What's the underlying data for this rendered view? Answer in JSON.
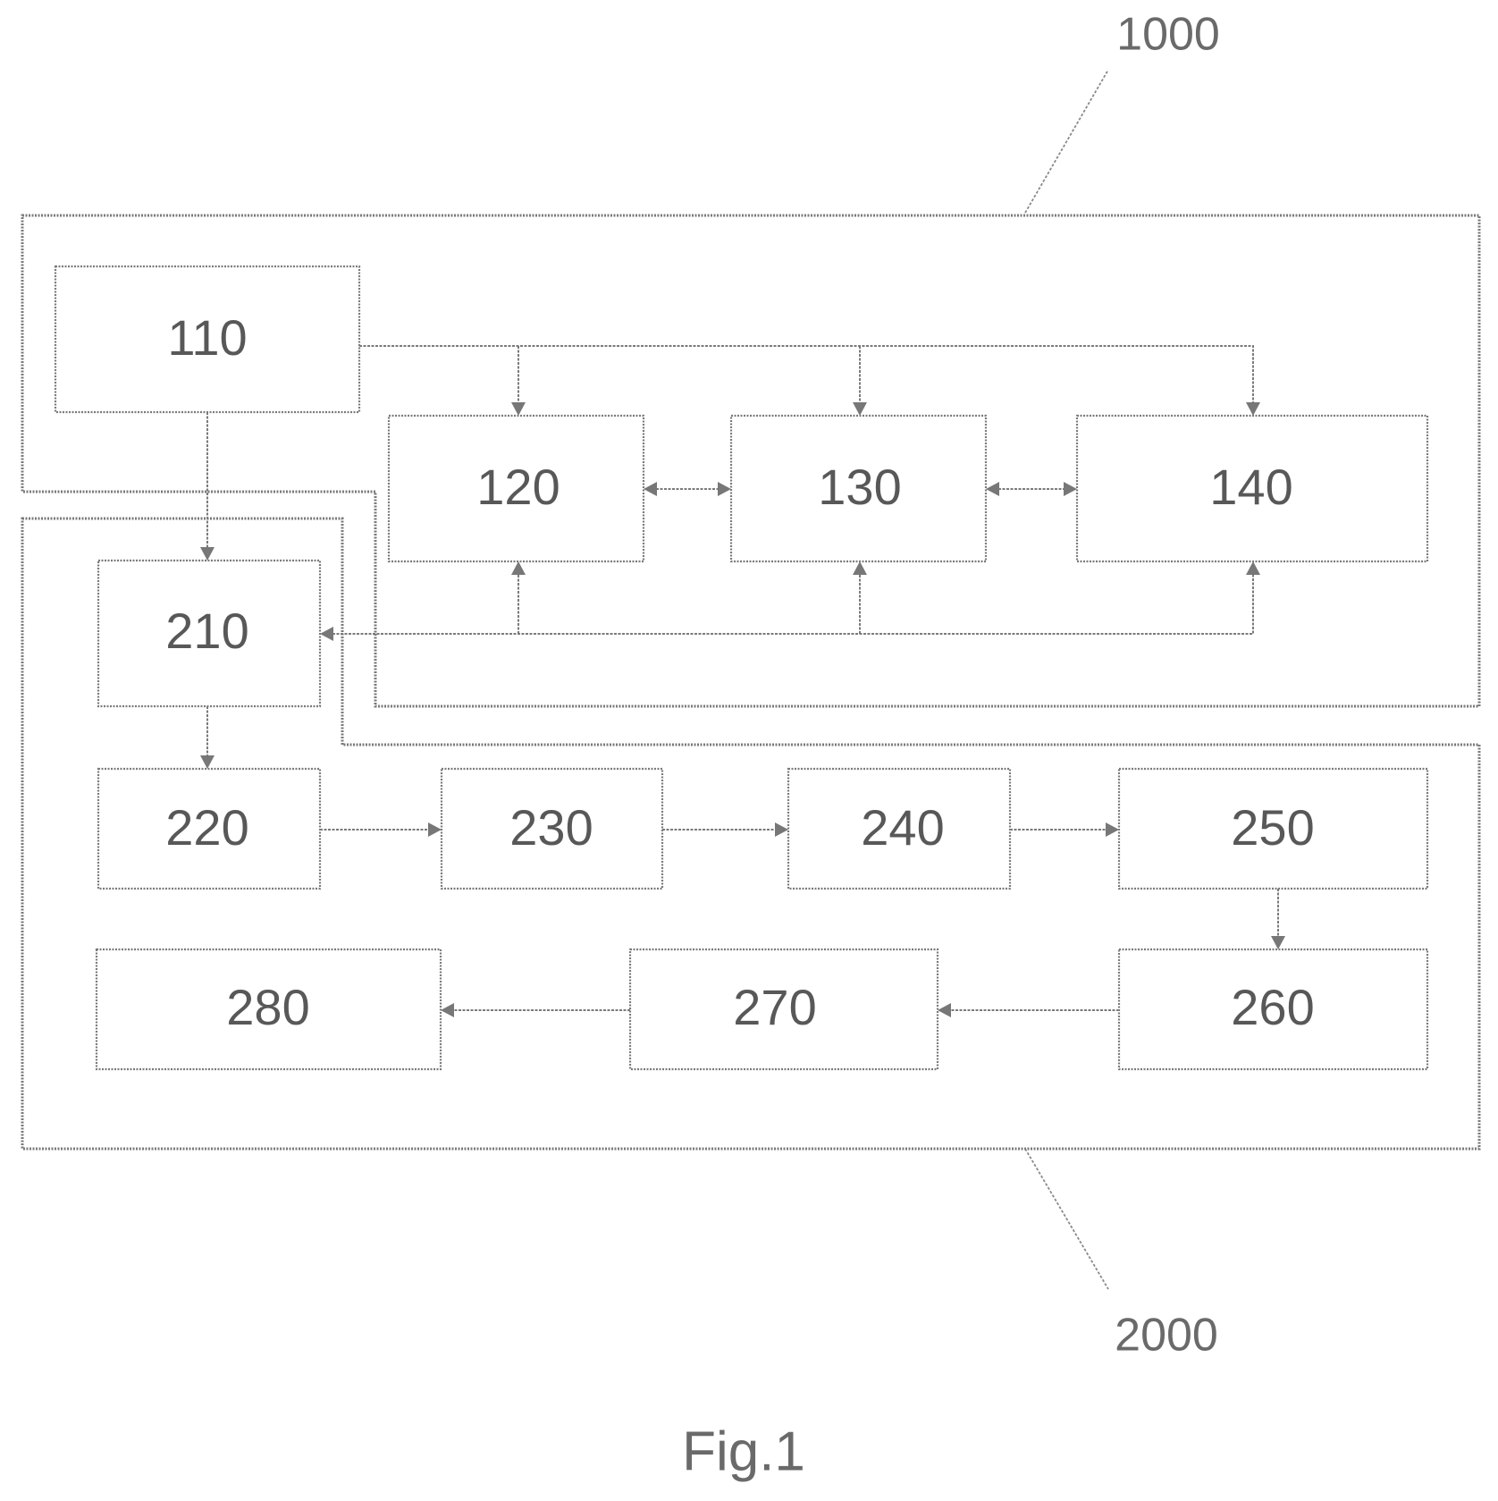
{
  "figure": {
    "caption": "Fig.1",
    "ref_1000": "1000",
    "ref_2000": "2000"
  },
  "blocks": {
    "b110": "110",
    "b120": "120",
    "b130": "130",
    "b140": "140",
    "b210": "210",
    "b220": "220",
    "b230": "230",
    "b240": "240",
    "b250": "250",
    "b260": "260",
    "b270": "270",
    "b280": "280"
  }
}
